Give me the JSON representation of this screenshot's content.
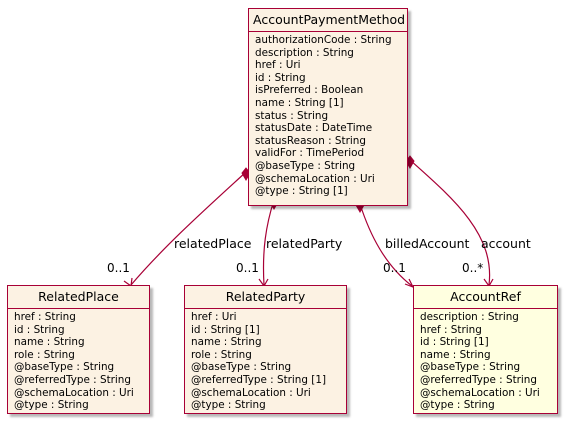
{
  "classes": {
    "main": {
      "name": "AccountPaymentMethod",
      "attributes": [
        "authorizationCode : String",
        "description : String",
        "href : Uri",
        "id : String",
        "isPreferred : Boolean",
        "name : String [1]",
        "status : String",
        "statusDate : DateTime",
        "statusReason : String",
        "validFor : TimePeriod",
        "@baseType : String",
        "@schemaLocation : Uri",
        "@type : String [1]"
      ]
    },
    "related_place": {
      "name": "RelatedPlace",
      "attributes": [
        "href : String",
        "id : String",
        "name : String",
        "role : String",
        "@baseType : String",
        "@referredType : String",
        "@schemaLocation : Uri",
        "@type : String"
      ]
    },
    "related_party": {
      "name": "RelatedParty",
      "attributes": [
        "href : Uri",
        "id : String [1]",
        "name : String",
        "role : String",
        "@baseType : String",
        "@referredType : String [1]",
        "@schemaLocation : Uri",
        "@type : String"
      ]
    },
    "account_ref": {
      "name": "AccountRef",
      "attributes": [
        "description : String",
        "href : String",
        "id : String [1]",
        "name : String",
        "@baseType : String",
        "@referredType : String",
        "@schemaLocation : Uri",
        "@type : String"
      ]
    }
  },
  "links": [
    {
      "role": "relatedPlace",
      "multiplicity": "0..1"
    },
    {
      "role": "relatedParty",
      "multiplicity": "0..1"
    },
    {
      "role": "billedAccount",
      "multiplicity": "0..1"
    },
    {
      "role": "account",
      "multiplicity": "0..*"
    }
  ],
  "colors": {
    "border": "#a80036",
    "link": "#a80036",
    "fill_default": "#fcf2e3",
    "fill_ref": "#ffffe0"
  }
}
